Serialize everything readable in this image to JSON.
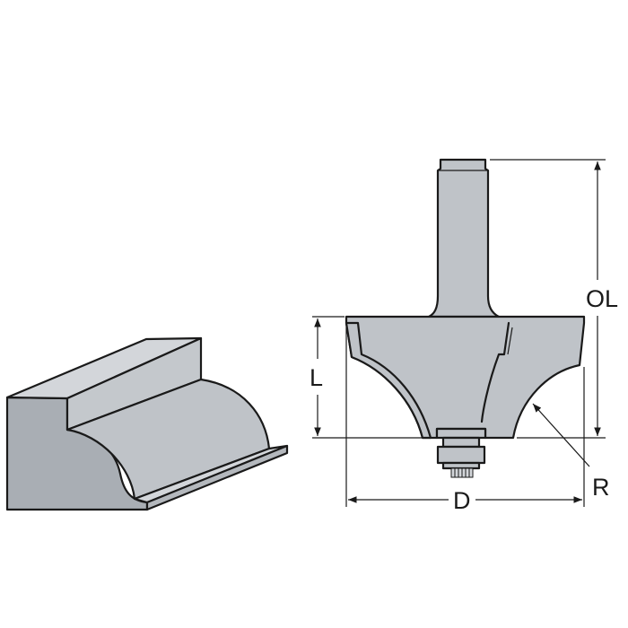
{
  "labels": {
    "overall_length": "OL",
    "cutting_length": "L",
    "diameter": "D",
    "radius": "R"
  },
  "colors": {
    "bit_fill": "#bfc3c8",
    "profile_dark": "#a9aeb4",
    "profile_mid": "#bfc3c8",
    "profile_light": "#d3d6da",
    "line": "#1a1a1a"
  }
}
